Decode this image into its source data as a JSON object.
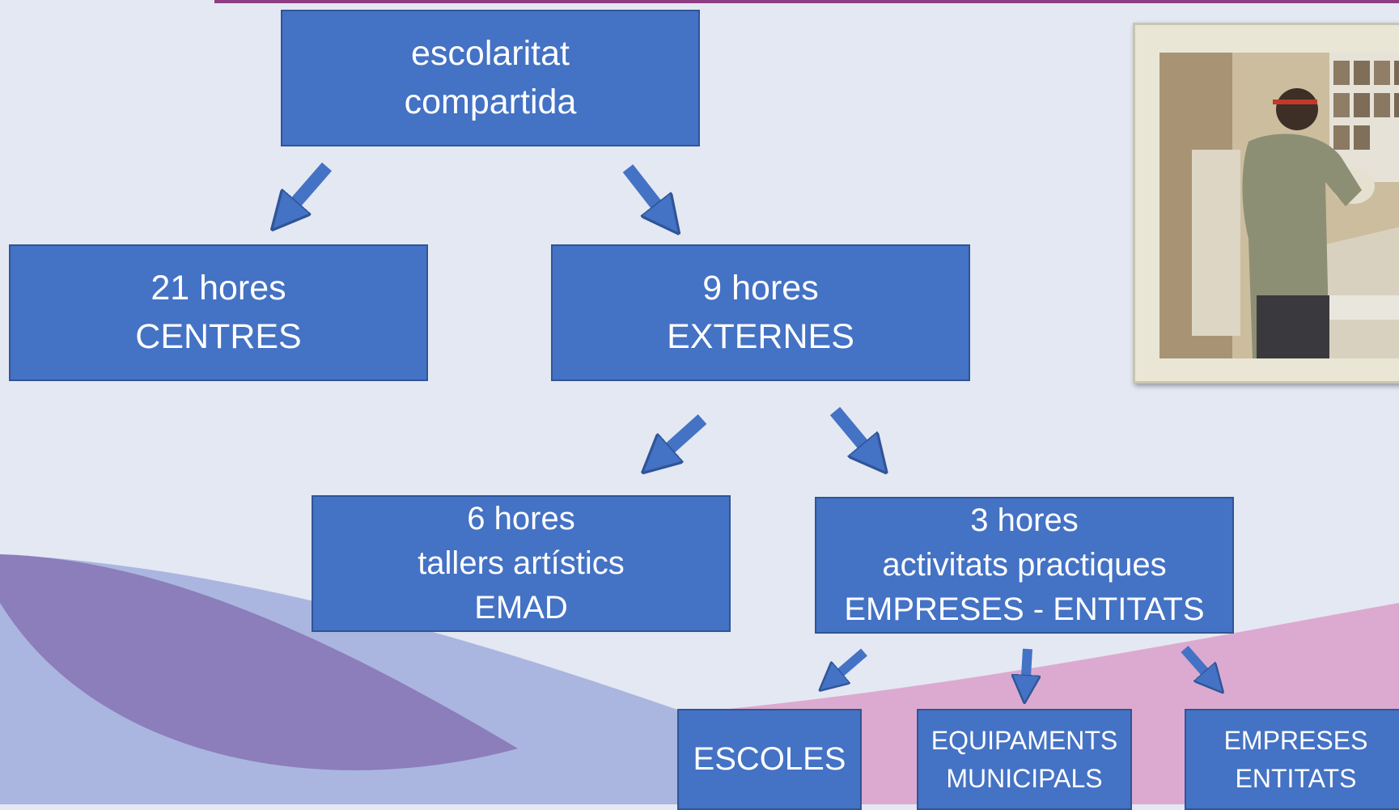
{
  "colors": {
    "background": "#e4e8f3",
    "box_fill": "#4472c4",
    "box_border": "#2f5597",
    "arrow": "#4472c4",
    "accent_line": "#8e3d83",
    "wave_pink": "#dcaad0",
    "wave_lavender": "#aab6df",
    "wave_purple": "#8c7dbb"
  },
  "nodes": {
    "root": [
      "escolaritat",
      "compartida"
    ],
    "centres": [
      "21 hores",
      "CENTRES"
    ],
    "externes": [
      "9 hores",
      "EXTERNES"
    ],
    "tallers": [
      "6 hores",
      "tallers artístics",
      "EMAD"
    ],
    "activitats": [
      "3 hores",
      "activitats practiques",
      "EMPRESES - ENTITATS"
    ],
    "escoles": [
      "ESCOLES"
    ],
    "equipaments": [
      "EQUIPAMENTS",
      "MUNICIPALS"
    ],
    "empreses": [
      "EMPRESES",
      "ENTITATS"
    ]
  },
  "photo": {
    "icon": "workshop-photo"
  }
}
